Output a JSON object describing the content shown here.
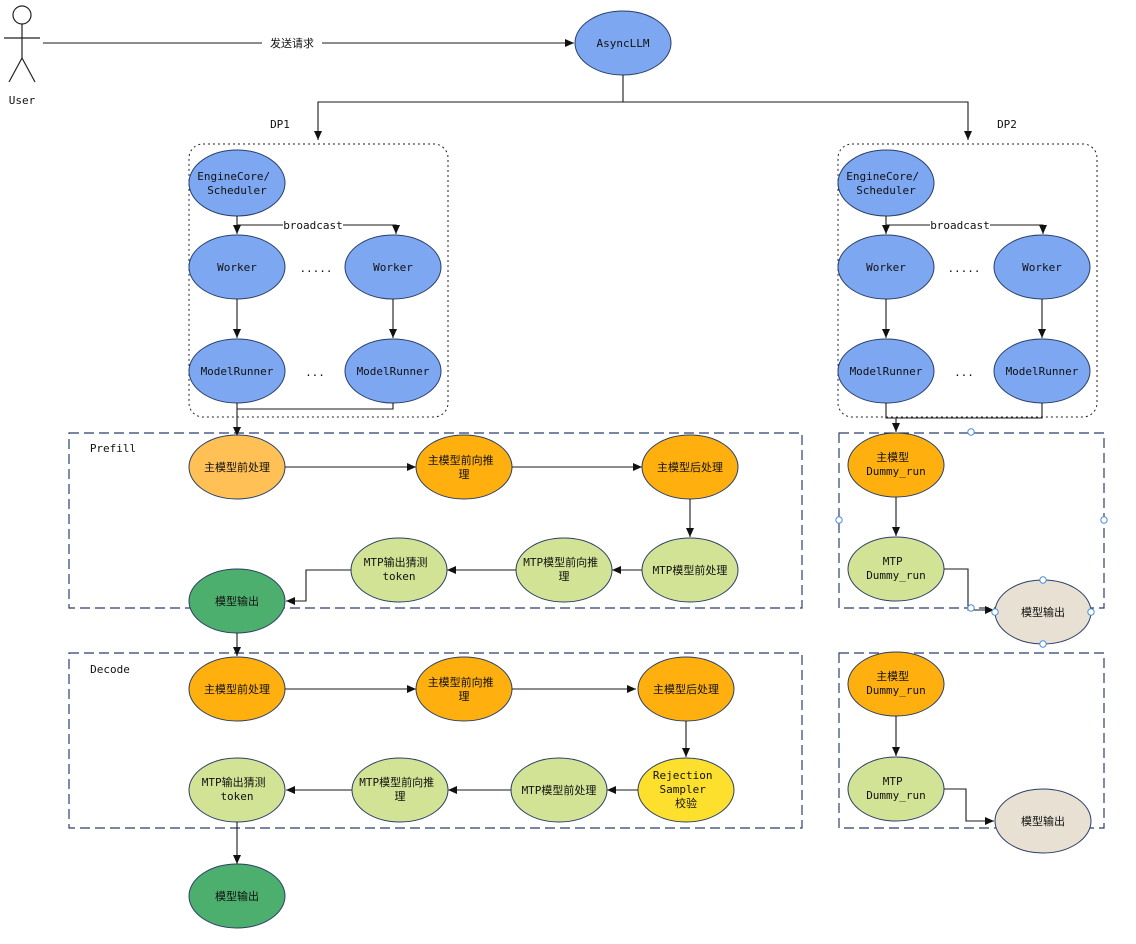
{
  "actor": {
    "label": "User"
  },
  "request_label": "发送请求",
  "async_llm": "AsyncLLM",
  "dp1": {
    "label": "DP1",
    "engine_core": [
      "EngineCore/",
      "Scheduler"
    ],
    "broadcast": "broadcast",
    "worker": "Worker",
    "worker_dots": ".....",
    "model_runner": "ModelRunner",
    "runner_dots": "..."
  },
  "dp2": {
    "label": "DP2",
    "engine_core": [
      "EngineCore/",
      "Scheduler"
    ],
    "broadcast": "broadcast",
    "worker": "Worker",
    "worker_dots": ".....",
    "model_runner": "ModelRunner",
    "runner_dots": "..."
  },
  "prefill": {
    "label": "Prefill",
    "main_pre": "主模型前处理",
    "main_fwd": [
      "主模型前向推",
      "理"
    ],
    "main_post": "主模型后处理",
    "mtp_pre": "MTP模型前处理",
    "mtp_fwd": [
      "MTP模型前向推",
      "理"
    ],
    "mtp_guess": [
      "MTP输出猜测",
      "token"
    ],
    "output": "模型输出"
  },
  "decode": {
    "label": "Decode",
    "main_pre": "主模型前处理",
    "main_fwd": [
      "主模型前向推",
      "理"
    ],
    "main_post": "主模型后处理",
    "rejection": [
      "Rejection",
      "Sampler",
      "校验"
    ],
    "mtp_pre": "MTP模型前处理",
    "mtp_fwd": [
      "MTP模型前向推",
      "理"
    ],
    "mtp_guess": [
      "MTP输出猜测",
      "token"
    ],
    "output": "模型输出"
  },
  "dp2_prefill": {
    "main": [
      "主模型",
      "Dummy_run"
    ],
    "mtp": [
      "MTP",
      "Dummy_run"
    ],
    "output": "模型输出"
  },
  "dp2_decode": {
    "main": [
      "主模型",
      "Dummy_run"
    ],
    "mtp": [
      "MTP",
      "Dummy_run"
    ],
    "output": "模型输出"
  },
  "colors": {
    "blue": "#7ea7f2",
    "orange_light": "#ffc155",
    "orange": "#ffb00f",
    "green_light": "#d3e396",
    "green_dark": "#4caf6e",
    "yellow": "#fce02d",
    "beige": "#e8e0d2"
  }
}
